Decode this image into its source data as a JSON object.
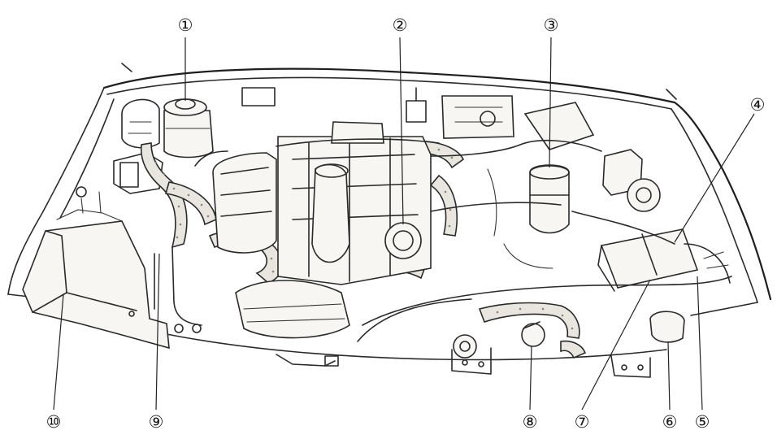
{
  "callouts": [
    {
      "id": "1",
      "label": "①"
    },
    {
      "id": "2",
      "label": "②"
    },
    {
      "id": "3",
      "label": "③"
    },
    {
      "id": "4",
      "label": "④"
    },
    {
      "id": "5",
      "label": "⑤"
    },
    {
      "id": "6",
      "label": "⑥"
    },
    {
      "id": "7",
      "label": "⑦"
    },
    {
      "id": "8",
      "label": "⑧"
    },
    {
      "id": "9",
      "label": "⑨"
    },
    {
      "id": "10",
      "label": "⑩"
    }
  ]
}
